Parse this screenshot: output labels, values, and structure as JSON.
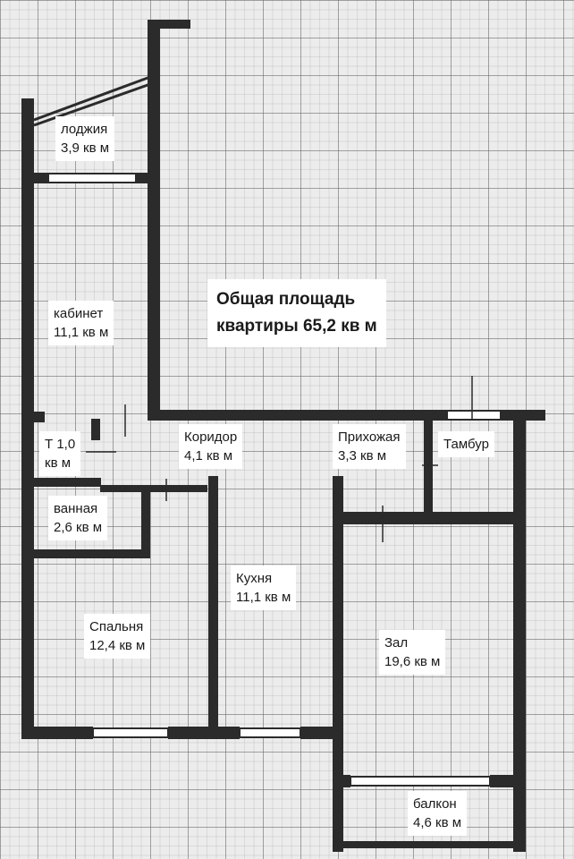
{
  "total": {
    "line1": "Общая площадь",
    "line2": "квартиры 65,2 кв м"
  },
  "rooms": {
    "loggia": {
      "name": "лоджия",
      "area": "3,9 кв м"
    },
    "study": {
      "name": "кабинет",
      "area": "11,1 кв м"
    },
    "toilet": {
      "name": "Т 1,0",
      "area": "кв м"
    },
    "corridor": {
      "name": "Коридор",
      "area": "4,1 кв м"
    },
    "hallway": {
      "name": "Прихожая",
      "area": "3,3 кв м"
    },
    "vestibule": {
      "name": "Тамбур"
    },
    "bathroom": {
      "name": "ванная",
      "area": "2,6 кв м"
    },
    "kitchen": {
      "name": "Кухня",
      "area": "11,1 кв м"
    },
    "bedroom": {
      "name": "Спальня",
      "area": "12,4 кв м"
    },
    "hall": {
      "name": "Зал",
      "area": "19,6 кв м"
    },
    "balcony": {
      "name": "балкон",
      "area": "4,6 кв м"
    }
  },
  "colors": {
    "wall": "#2b2b2b",
    "paper": "#ececec",
    "label_bg": "#ffffff"
  }
}
